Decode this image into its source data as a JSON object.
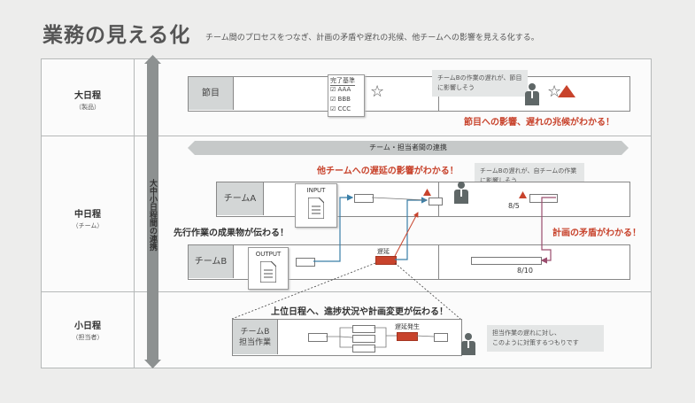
{
  "header": {
    "title": "業務の見える化",
    "subtitle": "チーム間のプロセスをつなぎ、計画の矛盾や遅れの兆候、他チームへの影響を見える化する。"
  },
  "rows": {
    "top": {
      "label": "大日程",
      "sub": "（製品）"
    },
    "middle": {
      "label": "中日程",
      "sub": "（チーム）"
    },
    "bottom": {
      "label": "小日程",
      "sub": "（担当者）"
    }
  },
  "vertical_bar": {
    "label": "大中小日程間の連携"
  },
  "top_section": {
    "lane_label": "節目",
    "checklist": {
      "title": "完了基準",
      "items": [
        "AAA",
        "BBB",
        "CCC"
      ]
    },
    "callout": "チームBの作業の遅れが、節目に影響しそう",
    "red_message": "節目への影響、遅れの兆候がわかる！"
  },
  "middle_section": {
    "banner": "チーム・担当者間の連携",
    "red_message_top": "他チームへの遅延の影響がわかる！",
    "callout": "チームBの遅れが、自チームの作業に影響しそう",
    "team_a": "チームA",
    "team_b": "チームB",
    "input_card": "INPUT",
    "output_card": "OUTPUT",
    "dark_message": "先行作業の成果物が伝わる！",
    "delay_label": "遅延",
    "date_a": "8/5",
    "date_b": "8/10",
    "red_message_right": "計画の矛盾がわかる！"
  },
  "bottom_section": {
    "dark_message": "上位日程へ、進捗状況や計画変更が伝わる！",
    "lane_label_line1": "チームB",
    "lane_label_line2": "担当作業",
    "delay_label": "遅延発生",
    "callout_line1": "担当作業の遅れに対し、",
    "callout_line2": "このように対策するつもりです"
  },
  "colors": {
    "accent_red": "#c8432c",
    "connector_blue": "#3a7fa8",
    "connector_purple": "#9a4d6e",
    "header_gray": "#d3d6d6"
  }
}
